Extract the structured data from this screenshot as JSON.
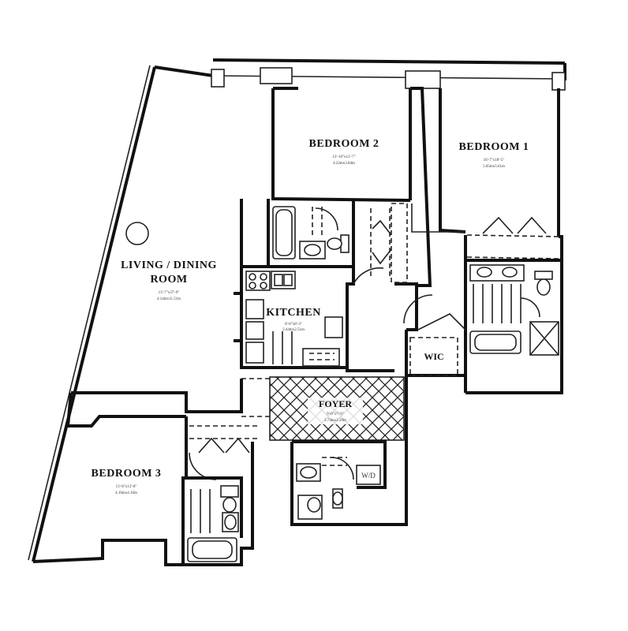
{
  "rooms": {
    "bedroom2": {
      "label": "BEDROOM 2",
      "dims_imperial": "13'-10\"x12'-7\"",
      "dims_metric": "4.22mx3.84m"
    },
    "bedroom1": {
      "label": "BEDROOM 1",
      "dims_imperial": "16'-7\"x18'-5\"",
      "dims_metric": "5.05mx5.61m"
    },
    "living_dining": {
      "label_line1": "LIVING / DINING",
      "label_line2": "ROOM",
      "dims_imperial": "13'-7\"x37'-9\"",
      "dims_metric": "4.14mx11.51m"
    },
    "kitchen": {
      "label": "KITCHEN",
      "dims_imperial": "8'-0\"x8'-3\"",
      "dims_metric": "2.44mx2.51m"
    },
    "wic": {
      "label": "WIC"
    },
    "foyer": {
      "label": "FOYER",
      "dims_imperial": "9'-0\"x7'-6\"",
      "dims_metric": "2.74mx2.29m"
    },
    "bedroom3": {
      "label": "BEDROOM 3",
      "dims_imperial": "13'-8\"x13'-8\"",
      "dims_metric": "4.16mx4.16m"
    }
  },
  "fixtures": {
    "washer_dryer_label": "W/D"
  }
}
